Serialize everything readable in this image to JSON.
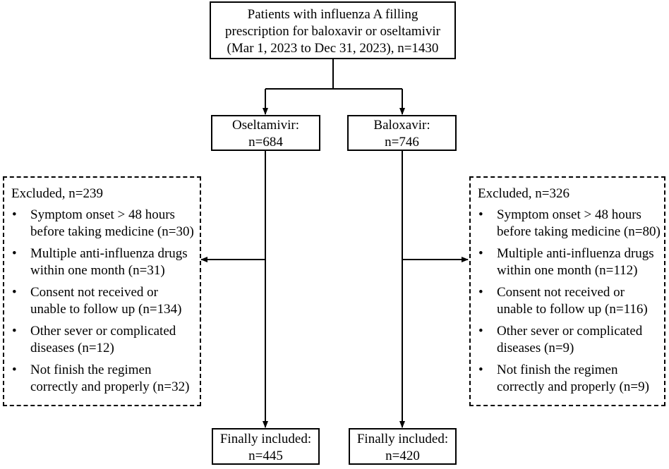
{
  "top_box": {
    "lines": [
      "Patients with influenza A filling",
      "prescription for baloxavir or oseltamivir",
      "(Mar 1, 2023 to Dec 31, 2023), n=1430"
    ]
  },
  "oseltamivir": {
    "arm_box": [
      "Oseltamivir:",
      "n=684"
    ],
    "excluded": {
      "header": "Excluded, n=239",
      "items": [
        [
          "Symptom onset > 48 hours",
          "before taking medicine (n=30)"
        ],
        [
          "Multiple anti-influenza drugs",
          "within one month (n=31)"
        ],
        [
          "Consent not received or",
          "unable to follow up (n=134)"
        ],
        [
          "Other sever or complicated",
          "diseases (n=12)"
        ],
        [
          "Not finish the regimen",
          "correctly and properly (n=32)"
        ]
      ]
    },
    "final_box": [
      "Finally included:",
      "n=445"
    ]
  },
  "baloxavir": {
    "arm_box": [
      "Baloxavir:",
      "n=746"
    ],
    "excluded": {
      "header": "Excluded, n=326",
      "items": [
        [
          "Symptom onset > 48 hours",
          "before taking medicine (n=80)"
        ],
        [
          "Multiple anti-influenza drugs",
          "within one month (n=112)"
        ],
        [
          "Consent not received or",
          "unable to follow up (n=116)"
        ],
        [
          "Other sever or complicated",
          "diseases (n=9)"
        ],
        [
          "Not finish the regimen",
          "correctly and properly (n=9)"
        ]
      ]
    },
    "final_box": [
      "Finally included:",
      "n=420"
    ]
  },
  "bullet_char": "•"
}
